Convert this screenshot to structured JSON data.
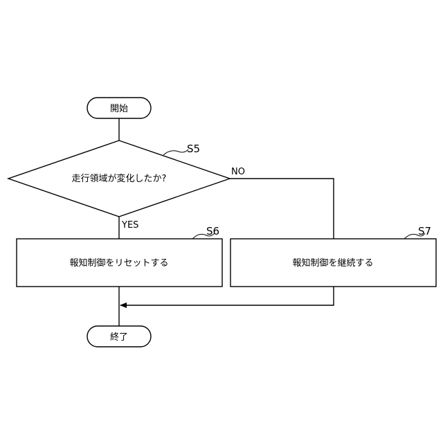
{
  "diagram": {
    "start_label": "開始",
    "end_label": "終了",
    "decision": {
      "step": "S5",
      "label": "走行領域が変化したか?",
      "yes_label": "YES",
      "no_label": "NO"
    },
    "process_yes": {
      "step": "S6",
      "label": "報知制御をリセットする"
    },
    "process_no": {
      "step": "S7",
      "label": "報知制御を継続する"
    }
  }
}
